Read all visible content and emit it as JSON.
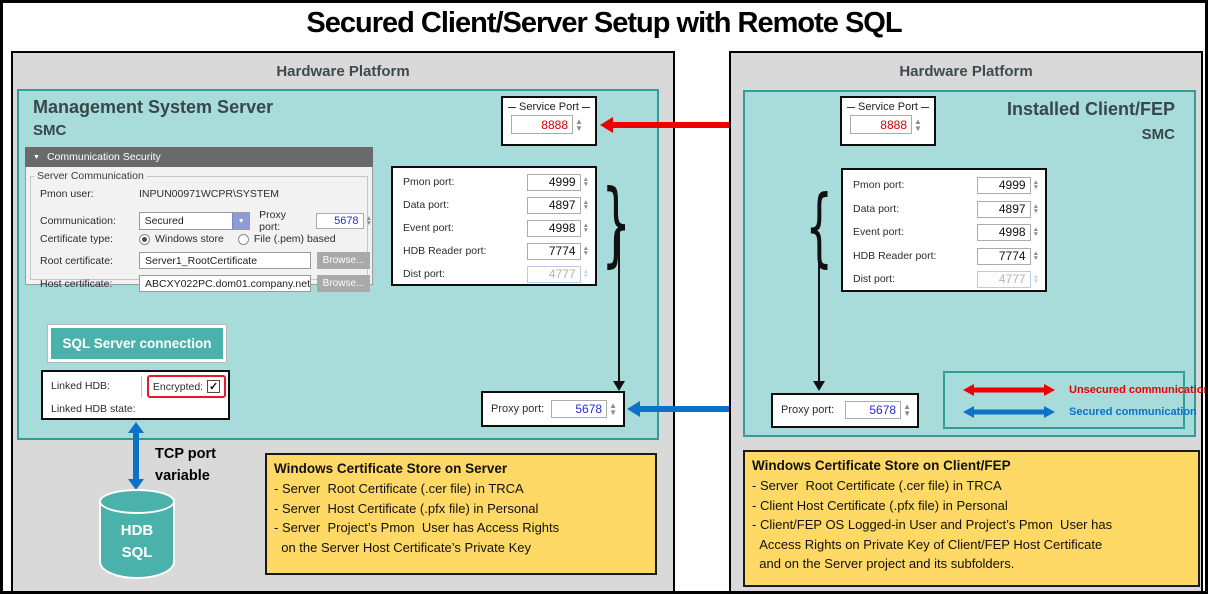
{
  "title": "Secured Client/Server Setup with Remote SQL",
  "icons": {
    "collapse": "▼",
    "dropdown": "▼",
    "spin_up": "▲",
    "spin_down": "▼",
    "check": "✓"
  },
  "left": {
    "platform_label": "Hardware Platform",
    "title": "Management System Server",
    "subtitle": "SMC",
    "comm": {
      "header": "Communication Security",
      "group": "Server Communication",
      "pmon_label": "Pmon user:",
      "pmon_value": "INPUN00971WCPR\\SYSTEM",
      "comm_label": "Communication:",
      "comm_value": "Secured",
      "proxy_label": "Proxy port:",
      "proxy_value": "5678",
      "cert_type_label": "Certificate type:",
      "radio_windows": "Windows store",
      "radio_file": "File (.pem) based",
      "root_label": "Root certificate:",
      "root_value": "Server1_RootCertificate",
      "host_label": "Host certificate:",
      "host_value": "ABCXY022PC.dom01.company.net",
      "browse": "Browse..."
    },
    "service_port": {
      "label": "Service Port",
      "value": "8888"
    },
    "ports": {
      "rows": [
        {
          "label": "Pmon port:",
          "value": "4999"
        },
        {
          "label": "Data port:",
          "value": "4897"
        },
        {
          "label": "Event port:",
          "value": "4998"
        },
        {
          "label": "HDB Reader port:",
          "value": "7774"
        },
        {
          "label": "Dist port:",
          "value": "4777"
        }
      ]
    },
    "proxy_box": {
      "label": "Proxy port:",
      "value": "5678"
    },
    "sql_button": "SQL Server connection",
    "linked": {
      "hdb_label": "Linked HDB:",
      "encrypted_label": "Encrypted:",
      "state_label": "Linked HDB state:"
    },
    "tcp_line1": "TCP port",
    "tcp_line2": "variable",
    "db": {
      "line1": "HDB",
      "line2": "SQL"
    },
    "note": {
      "title": "Windows Certificate Store on Server",
      "lines": [
        "- Server  Root Certificate (.cer file) in TRCA",
        "- Server  Host Certificate (.pfx file) in Personal",
        "- Server  Project’s Pmon  User has Access Rights",
        "  on the Server Host Certificate’s Private Key"
      ]
    }
  },
  "right": {
    "platform_label": "Hardware Platform",
    "title": "Installed Client/FEP",
    "subtitle": "SMC",
    "service_port": {
      "label": "Service Port",
      "value": "8888"
    },
    "ports": {
      "rows": [
        {
          "label": "Pmon port:",
          "value": "4999"
        },
        {
          "label": "Data port:",
          "value": "4897"
        },
        {
          "label": "Event port:",
          "value": "4998"
        },
        {
          "label": "HDB Reader port:",
          "value": "7774"
        },
        {
          "label": "Dist port:",
          "value": "4777"
        }
      ]
    },
    "proxy_box": {
      "label": "Proxy port:",
      "value": "5678"
    },
    "legend": {
      "unsecured": "Unsecured communication",
      "secured": "Secured communication"
    },
    "note": {
      "title": "Windows Certificate Store on Client/FEP",
      "lines": [
        "- Server  Root Certificate (.cer file) in TRCA",
        "- Client Host Certificate (.pfx file) in Personal",
        "- Client/FEP OS Logged-in User and Project’s Pmon  User has",
        "  Access Rights on Private Key of Client/FEP Host Certificate",
        "  and on the Server project and its subfolders."
      ]
    }
  },
  "colors": {
    "teal_border": "#2e9e96",
    "teal_fill": "#a7dcda",
    "teal_solid": "#4bb2ab",
    "platform_gray": "#d9d9d9",
    "note_yellow": "#ffd966",
    "unsecured_red": "#ee0000",
    "secured_blue": "#0b72c8",
    "value_red": "#d90000",
    "value_blue": "#2a2ad4"
  }
}
